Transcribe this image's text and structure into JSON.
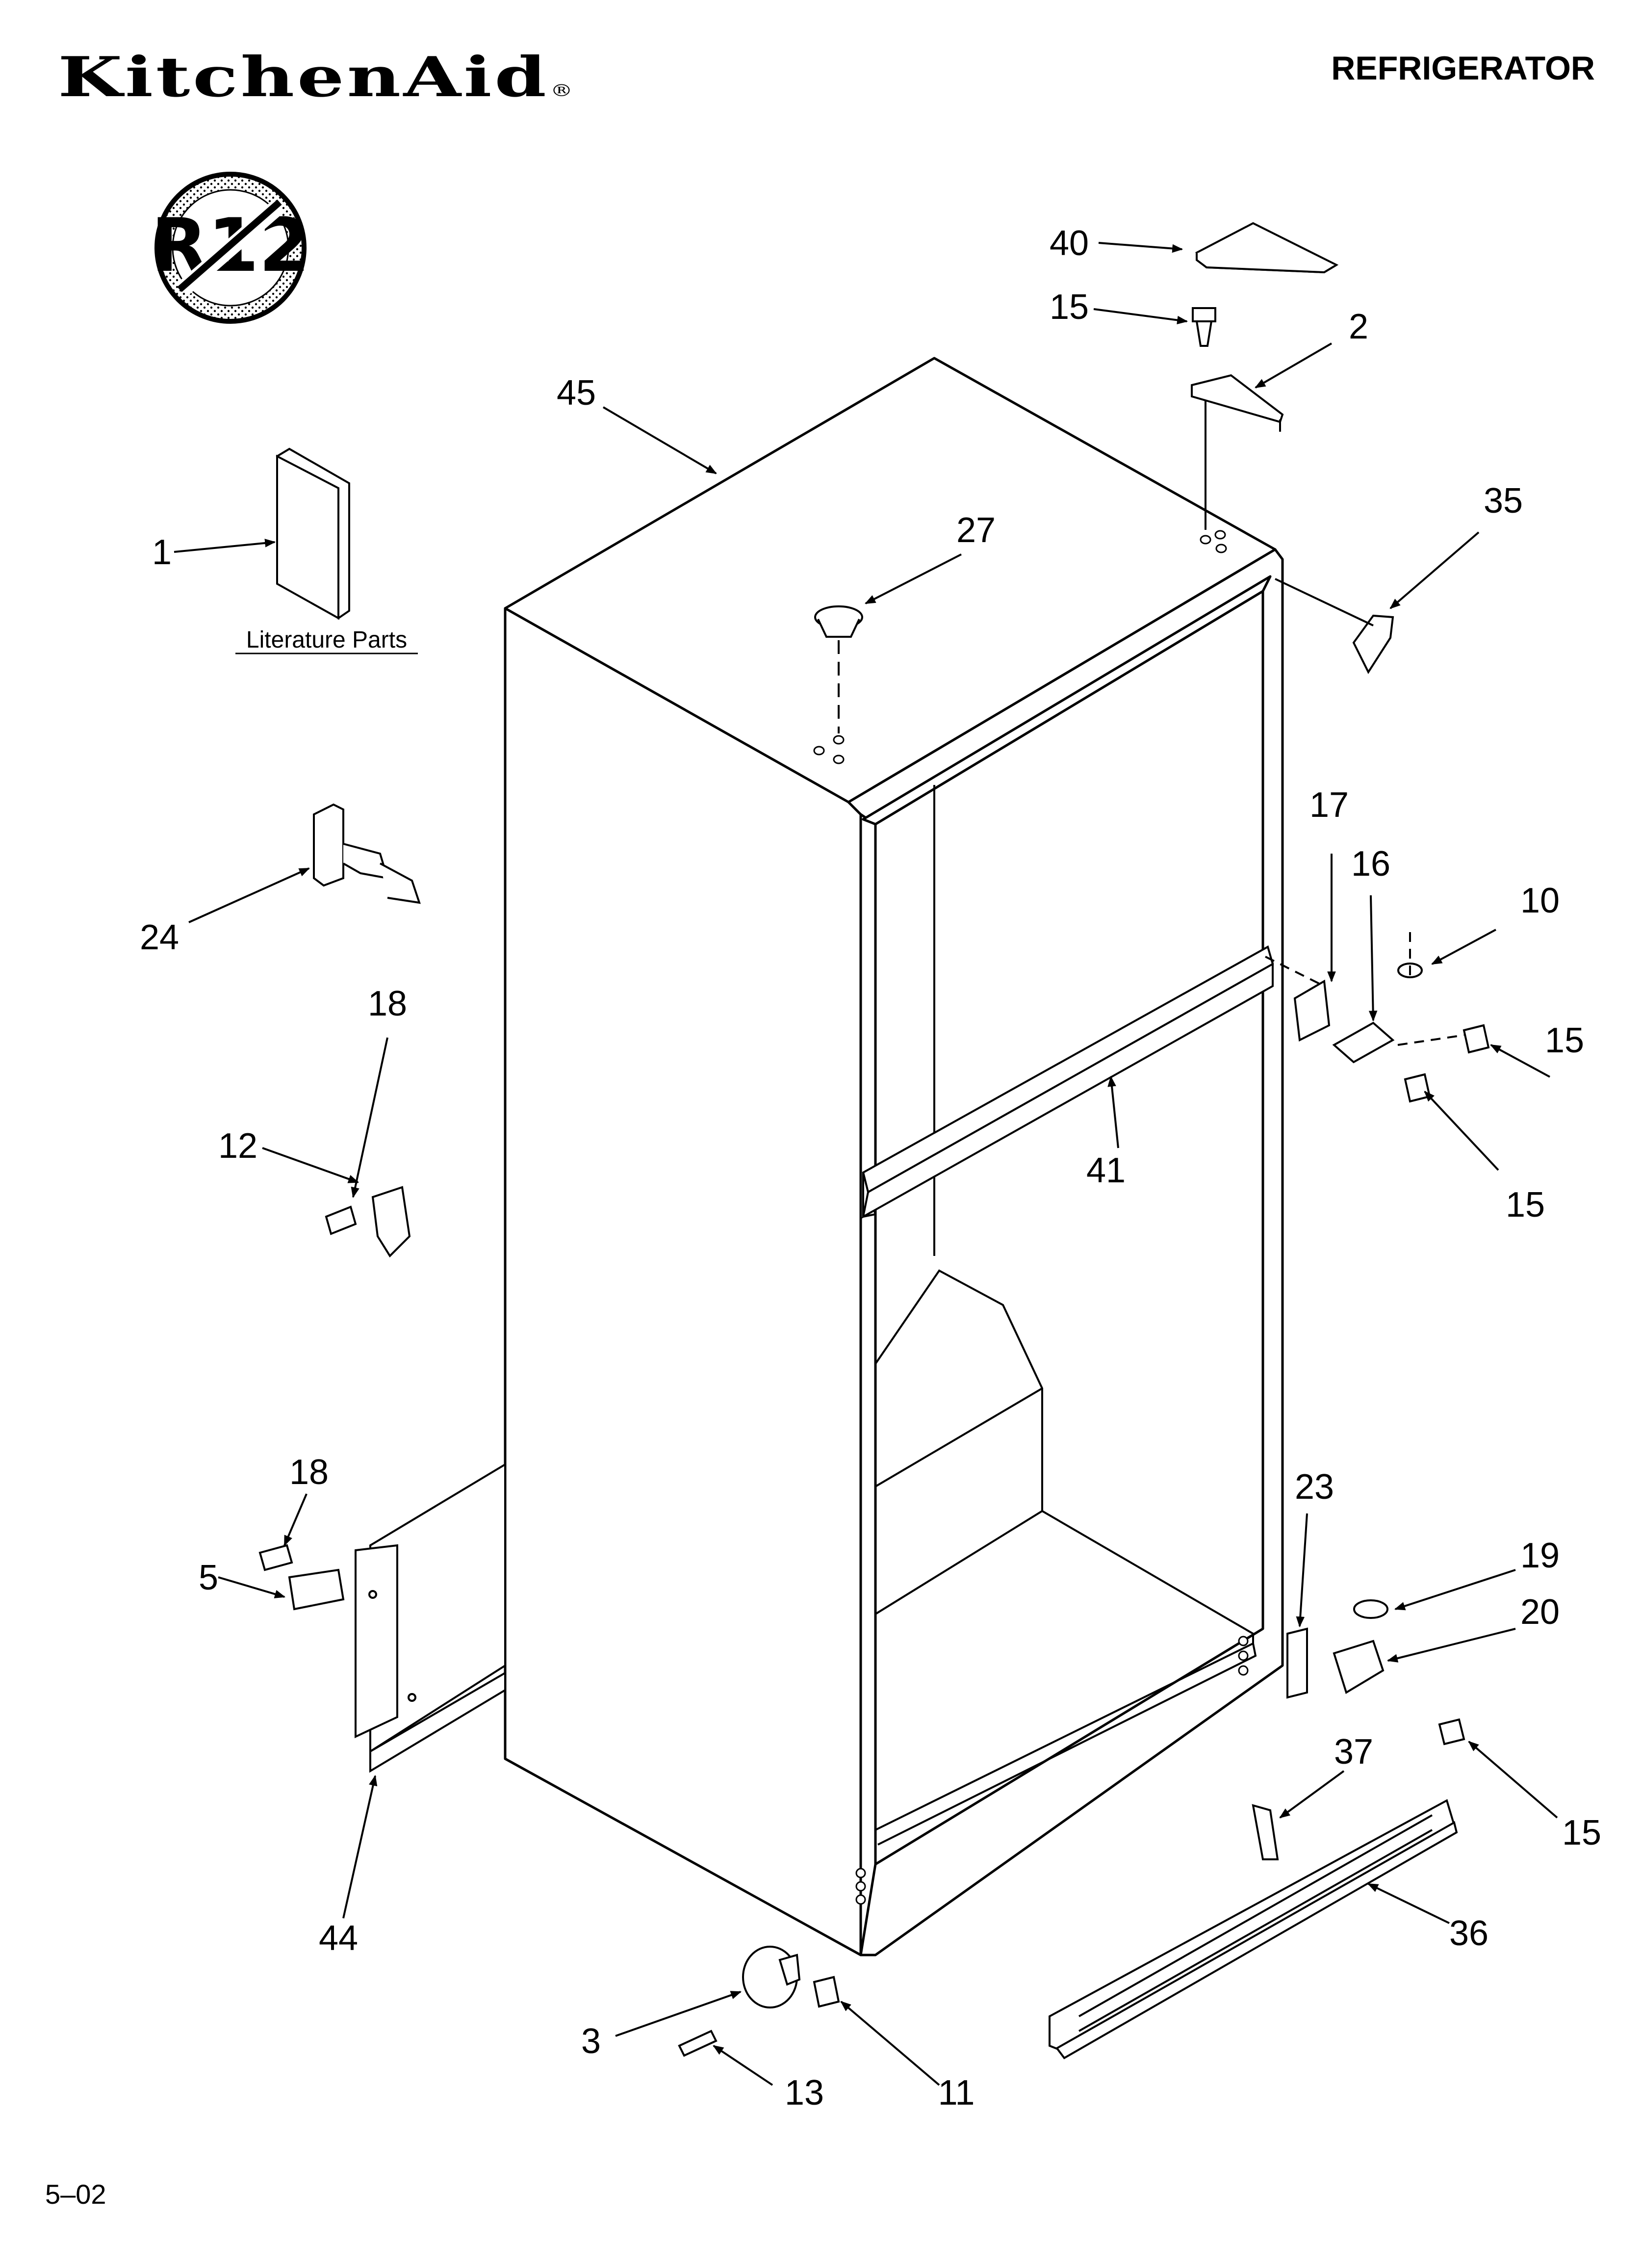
{
  "header": {
    "brand": "KitchenAid",
    "brand_mark": "®",
    "title": "REFRIGERATOR"
  },
  "badge": {
    "text": "R12",
    "icon": "no-r12-prohibition-icon"
  },
  "literature": {
    "label": "Literature Parts"
  },
  "callouts": [
    "40",
    "15",
    "2",
    "45",
    "35",
    "1",
    "27",
    "17",
    "16",
    "10",
    "24",
    "18",
    "15",
    "41",
    "12",
    "15",
    "18",
    "23",
    "19",
    "5",
    "20",
    "37",
    "15",
    "44",
    "36",
    "3",
    "13",
    "11"
  ],
  "footer": {
    "code": "5–02"
  },
  "colors": {
    "line": "#000000",
    "background": "#ffffff"
  }
}
